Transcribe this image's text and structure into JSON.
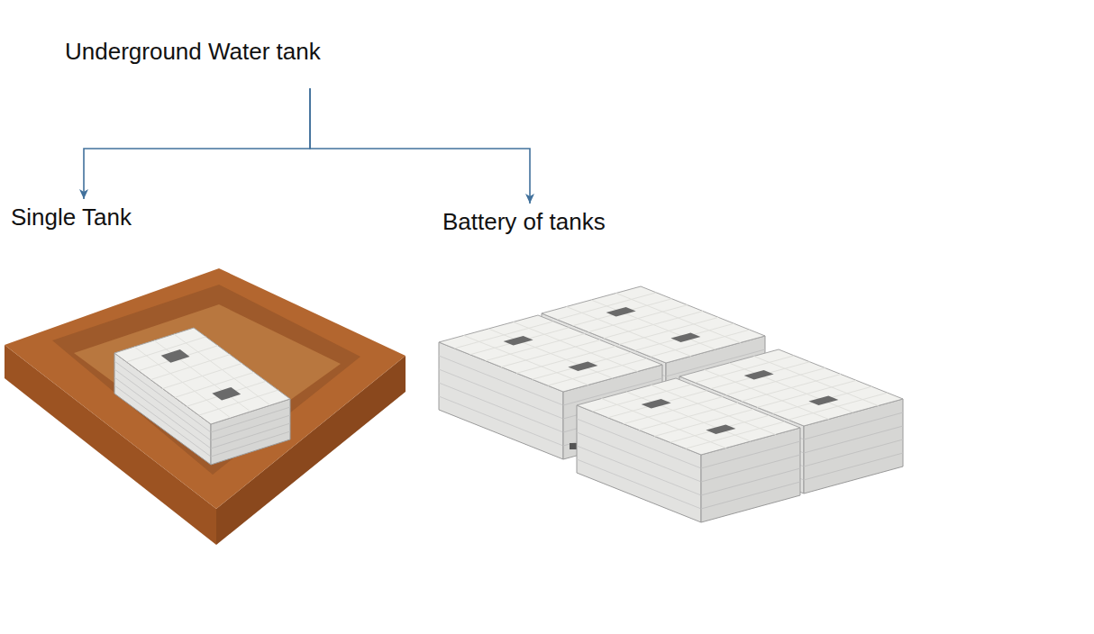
{
  "diagram": {
    "nodes": [
      {
        "text": [
          "Underground Water tank"
        ]
      },
      {
        "text": [
          "Single Tank"
        ]
      },
      {
        "text": [
          "Battery of tanks"
        ]
      }
    ],
    "edges": [
      {
        "from": 0,
        "to": 1,
        "arrow": "to"
      },
      {
        "from": 0,
        "to": 2,
        "arrow": "to"
      }
    ]
  }
}
